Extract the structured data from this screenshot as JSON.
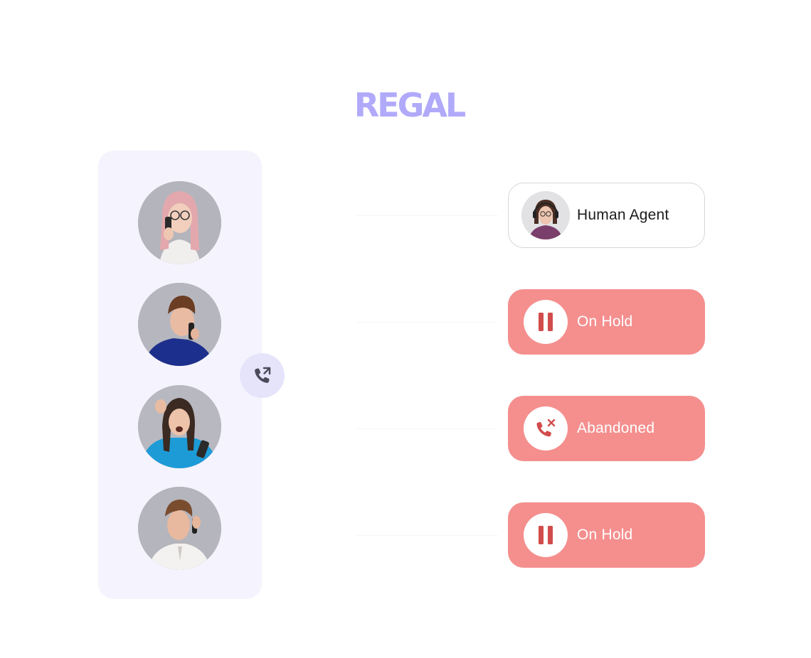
{
  "brand": {
    "logo_text": "REGAL",
    "logo_color": "#b1aafa"
  },
  "colors": {
    "panel_bg": "#f5f4fe",
    "call_icon_bg": "#e6e4fb",
    "call_icon_color": "#4a4a5a",
    "alert_bg": "#f48f8e",
    "alert_icon_color": "#d24c4c"
  },
  "callers": [
    {
      "name": "caller-1",
      "icon": "person-avatar"
    },
    {
      "name": "caller-2",
      "icon": "person-avatar"
    },
    {
      "name": "caller-3",
      "icon": "person-avatar"
    },
    {
      "name": "caller-4",
      "icon": "person-avatar"
    }
  ],
  "routing_icon": "phone-outgoing-icon",
  "statuses": [
    {
      "label": "Human Agent",
      "type": "agent",
      "icon": "agent-avatar"
    },
    {
      "label": "On Hold",
      "type": "alert",
      "icon": "pause-icon"
    },
    {
      "label": "Abandoned",
      "type": "alert",
      "icon": "phone-missed-icon"
    },
    {
      "label": "On Hold",
      "type": "alert",
      "icon": "pause-icon"
    }
  ]
}
